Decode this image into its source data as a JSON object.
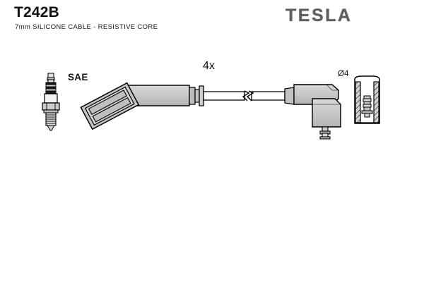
{
  "header": {
    "part_number": "T242B",
    "description": "7mm SILICONE CABLE - RESISTIVE CORE",
    "brand": "TESLA"
  },
  "labels": {
    "spark_plug_standard": "SAE",
    "quantity": "4x",
    "diameter": "Ø4"
  },
  "colors": {
    "background": "#ffffff",
    "ink": "#000000",
    "part_fill": "#c8c8c8",
    "part_fill_light": "#d8d8d8",
    "part_fill_dark": "#a8a8a8",
    "logo_gray": "#5e5e5e"
  },
  "diagram": {
    "type": "technical-line-drawing",
    "subject": "ignition cable set",
    "components": [
      {
        "name": "spark-plug",
        "label": "SAE"
      },
      {
        "name": "plug-boot-connector-left",
        "label": ""
      },
      {
        "name": "ignition-cable",
        "label": "4x"
      },
      {
        "name": "cable-break-symbol",
        "label": ""
      },
      {
        "name": "right-angle-coil-boot",
        "label": ""
      },
      {
        "name": "terminal-sleeve-section",
        "label": "Ø4"
      }
    ]
  }
}
